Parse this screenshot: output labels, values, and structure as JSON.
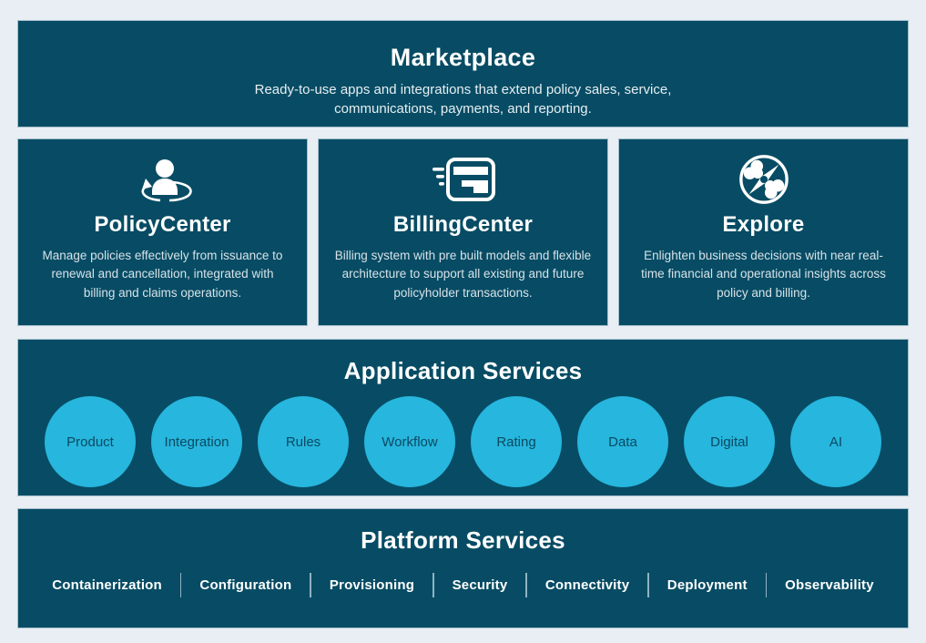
{
  "colors": {
    "background": "#E8EEF3",
    "band": "#074C64",
    "band_border": "#A4BFCC",
    "circle_accent": "#26B6DE",
    "circle_text": "#0B4A61",
    "divider": "#8FB3C3",
    "text_primary": "#FFFFFF",
    "text_secondary": "#D7E2E9"
  },
  "marketplace": {
    "title": "Marketplace",
    "subtitle_lines": [
      "Ready-to-use apps and integrations that extend policy sales, service,",
      "communications, payments, and reporting."
    ]
  },
  "products": [
    {
      "name": "PolicyCenter",
      "icon": "person-sync-icon",
      "description": "Manage policies effectively from issuance to renewal and cancellation, integrated with billing and claims operations."
    },
    {
      "name": "BillingCenter",
      "icon": "credit-card-icon",
      "description": "Billing system with pre built models and flexible architecture to support all existing and future policyholder transactions."
    },
    {
      "name": "Explore",
      "icon": "compass-icon",
      "description": "Enlighten business decisions with near real-time financial and operational insights across policy and billing."
    }
  ],
  "application_services": {
    "title": "Application Services",
    "items": [
      "Product",
      "Integration",
      "Rules",
      "Workflow",
      "Rating",
      "Data",
      "Digital",
      "AI"
    ]
  },
  "platform_services": {
    "title": "Platform Services",
    "items": [
      "Containerization",
      "Configuration",
      "Provisioning",
      "Security",
      "Connectivity",
      "Deployment",
      "Observability"
    ]
  }
}
